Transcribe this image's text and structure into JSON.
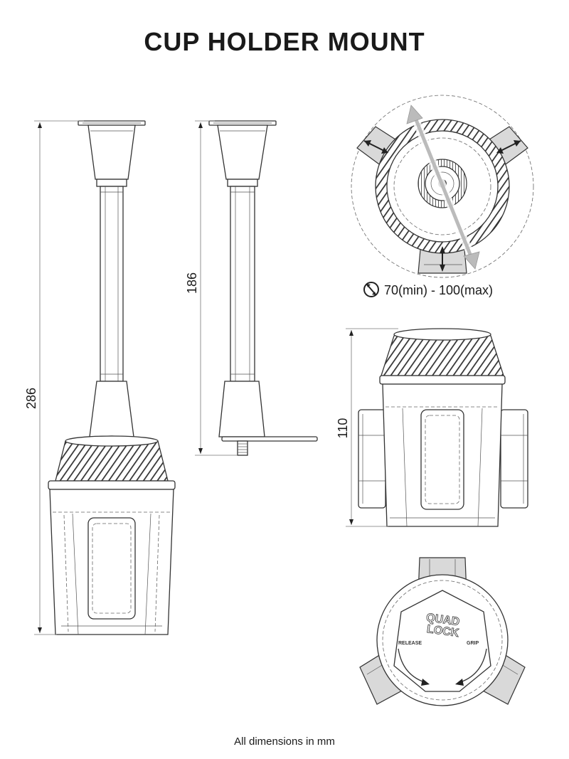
{
  "title": "CUP HOLDER MOUNT",
  "footer": "All dimensions in mm",
  "dimensions": {
    "total_height": "286",
    "arm_height": "186",
    "cup_height": "110",
    "diameter_range": "70(min) - 100(max)"
  },
  "branding": {
    "logo_line1": "QUAD",
    "logo_line2": "LOCK",
    "release_label": "RELEASE",
    "grip_label": "GRIP"
  },
  "colors": {
    "line": "#333333",
    "shading": "#d9d9d9",
    "background": "#ffffff"
  }
}
